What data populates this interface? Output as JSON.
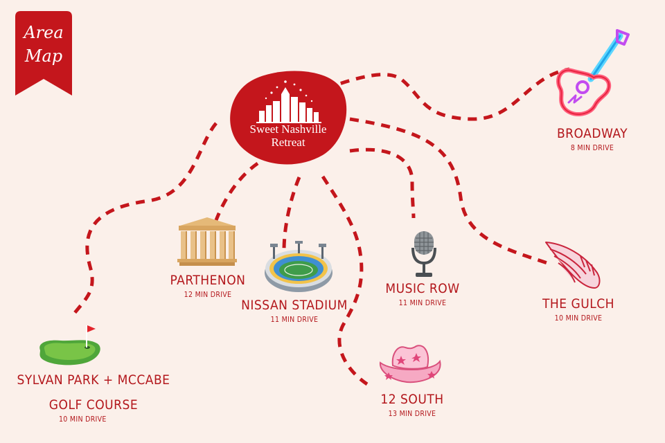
{
  "banner": {
    "line1": "Area",
    "line2": "Map",
    "color": "#c4161c"
  },
  "hub": {
    "line1": "Sweet Nashville",
    "line2": "Retreat",
    "color": "#c4161c"
  },
  "theme": {
    "route_color": "#c4161c",
    "text_color": "#b3171c",
    "background": "#fbf0ea"
  },
  "destinations": {
    "broadway": {
      "name": "BROADWAY",
      "drive": "8 MIN DRIVE",
      "icon": "neon-guitar-icon"
    },
    "parthenon": {
      "name": "PARTHENON",
      "drive": "12 MIN DRIVE",
      "icon": "parthenon-temple-icon"
    },
    "nissan": {
      "name": "NISSAN STADIUM",
      "drive": "11 MIN DRIVE",
      "icon": "stadium-icon"
    },
    "music_row": {
      "name": "MUSIC ROW",
      "drive": "11 MIN DRIVE",
      "icon": "microphone-icon"
    },
    "gulch": {
      "name": "THE GULCH",
      "drive": "10 MIN DRIVE",
      "icon": "angel-wing-icon"
    },
    "south12": {
      "name": "12 SOUTH",
      "drive": "13 MIN DRIVE",
      "icon": "cowboy-hat-icon"
    },
    "sylvan": {
      "name_line1": "SYLVAN PARK + MCCABE",
      "name_line2": "GOLF COURSE",
      "drive": "10 MIN DRIVE",
      "icon": "golf-green-icon"
    }
  }
}
